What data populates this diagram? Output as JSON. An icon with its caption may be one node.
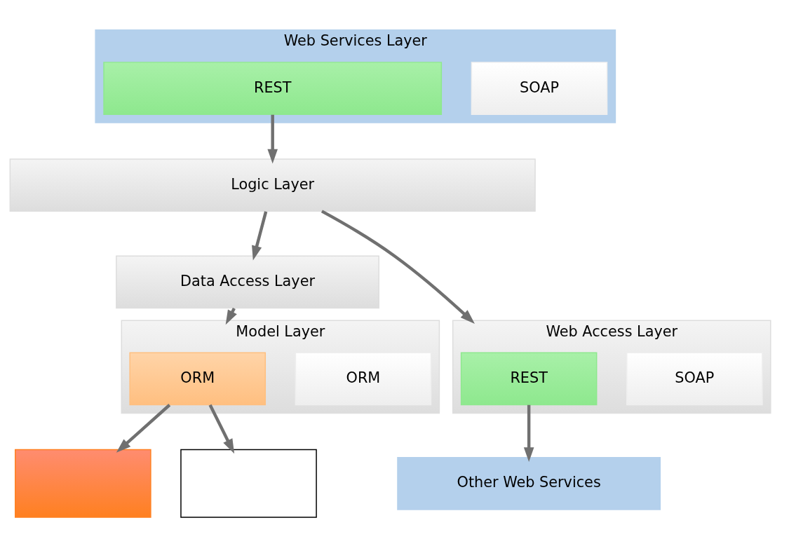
{
  "diagram": {
    "nodes": [
      {
        "text": [
          "Web Services Layer"
        ]
      },
      {
        "text": [
          "REST"
        ],
        "in": 0
      },
      {
        "text": [
          "SOAP"
        ],
        "in": 0
      },
      {
        "text": [
          "Logic Layer"
        ]
      },
      {
        "text": [
          "Data Access Layer"
        ]
      },
      {
        "text": [
          "Model Layer"
        ]
      },
      {
        "text": [
          "ORM"
        ],
        "in": 5
      },
      {
        "text": [
          "ORM"
        ],
        "in": 5
      },
      {
        "text": [
          "Web Access Layer"
        ]
      },
      {
        "text": [
          "REST"
        ],
        "in": 8
      },
      {
        "text": [
          "SOAP"
        ],
        "in": 8
      },
      {
        "text": [],
        "shape": "box"
      },
      {
        "text": [],
        "shape": "box"
      },
      {
        "text": [
          "Other Web Services"
        ]
      }
    ],
    "edges": [
      {
        "from": 1,
        "to": 3,
        "arrow": "to"
      },
      {
        "from": 3,
        "to": 4,
        "arrow": "to"
      },
      {
        "from": 3,
        "to": 8,
        "arrow": "to"
      },
      {
        "from": 4,
        "to": 5,
        "arrow": "to"
      },
      {
        "from": 6,
        "to": 11,
        "arrow": "to"
      },
      {
        "from": 6,
        "to": 12,
        "arrow": "to"
      },
      {
        "from": 9,
        "to": 13,
        "arrow": "to"
      }
    ]
  }
}
